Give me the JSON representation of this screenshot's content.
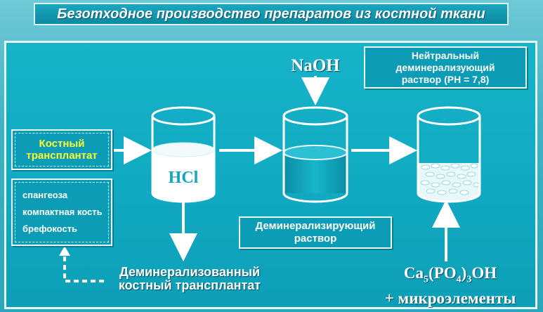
{
  "title": "Безотходное производство препаратов из костной ткани",
  "source_box": {
    "line1": "Костный",
    "line2": "трансплантат"
  },
  "tissue_list": [
    "спангеоза",
    "компактная кость",
    "брефокость"
  ],
  "hcl_label": "HCl",
  "naoh_label": "NaOH",
  "neutral_box": {
    "line1": "Нейтральный",
    "line2": "деминерализующий",
    "line3": "раствор (PH = 7,8)"
  },
  "demin_solution_box": {
    "line1": "Деминерализирующий",
    "line2": "раствор"
  },
  "demin_transplant": {
    "line1": "Деминерализованный",
    "line2": "костный трансплантат"
  },
  "product": {
    "formula_prefix": "Ca",
    "sub1": "5",
    "mid": "(PO",
    "sub2": "4",
    "mid2": ")",
    "sub3": "3",
    "suffix": "OH",
    "line2": "+ микроэлементы"
  },
  "colors": {
    "highlight_text": "#ffff33",
    "liquid": "#ffffff",
    "panel": "#12acc4"
  }
}
